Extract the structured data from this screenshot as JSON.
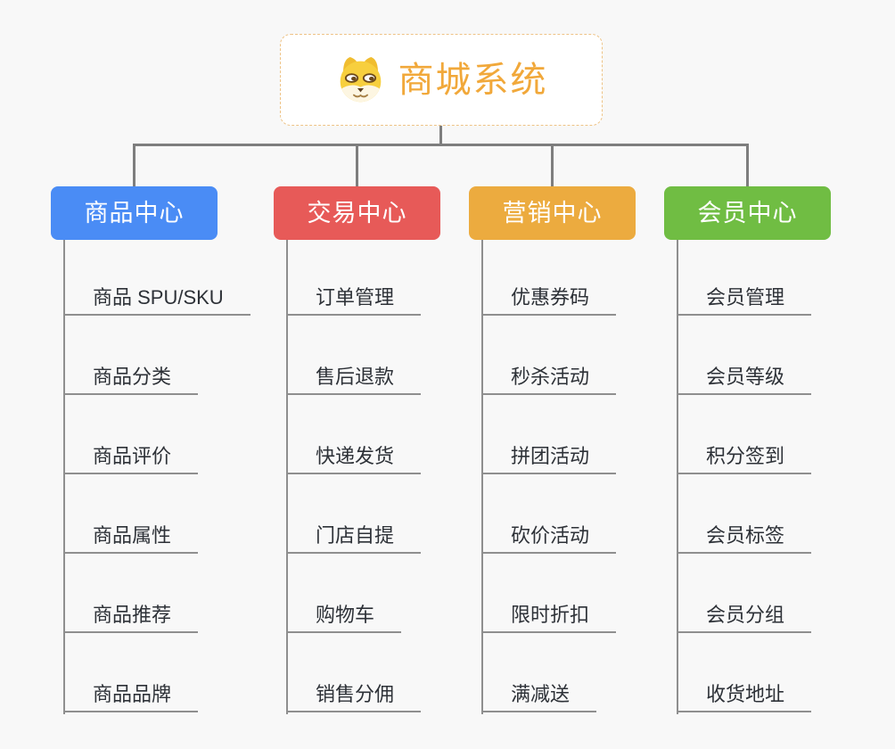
{
  "root": {
    "title": "商城系统",
    "icon": "shiba-dog-icon"
  },
  "branches": [
    {
      "label": "商品中心",
      "color": "#4a8cf5",
      "items": [
        "商品 SPU/SKU",
        "商品分类",
        "商品评价",
        "商品属性",
        "商品推荐",
        "商品品牌"
      ]
    },
    {
      "label": "交易中心",
      "color": "#e75a58",
      "items": [
        "订单管理",
        "售后退款",
        "快递发货",
        "门店自提",
        "购物车",
        "销售分佣"
      ]
    },
    {
      "label": "营销中心",
      "color": "#ecab3f",
      "items": [
        "优惠券码",
        "秒杀活动",
        "拼团活动",
        "砍价活动",
        "限时折扣",
        "满减送"
      ]
    },
    {
      "label": "会员中心",
      "color": "#70bd43",
      "items": [
        "会员管理",
        "会员等级",
        "积分签到",
        "会员标签",
        "会员分组",
        "收货地址"
      ]
    }
  ],
  "colors": {
    "background": "#f8f8f8",
    "connector": "#7e7e7e",
    "leaf_line": "#8f8f8f",
    "leaf_text": "#2d3137",
    "root_text": "#f1a83a",
    "root_border": "#eec386"
  }
}
